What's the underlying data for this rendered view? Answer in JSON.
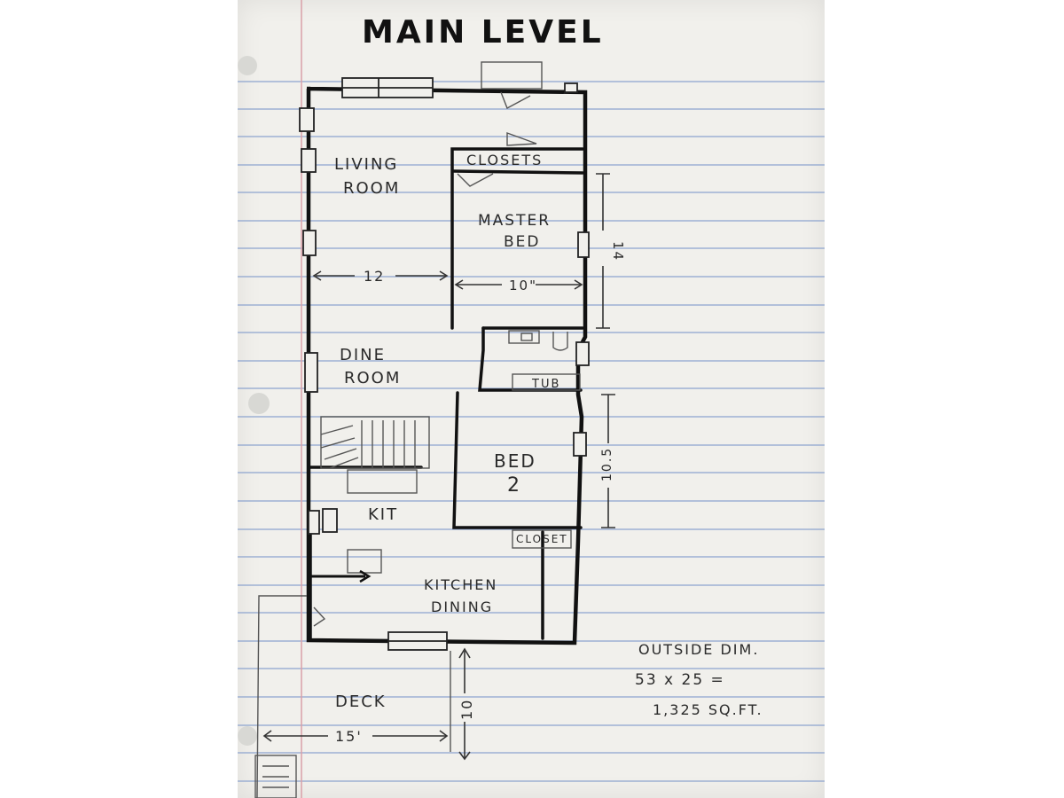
{
  "title": "MAIN LEVEL",
  "rooms": {
    "living_line1": "LIVING",
    "living_line2": "ROOM",
    "closets": "CLOSETS",
    "master_line1": "MASTER",
    "master_line2": "BED",
    "dine_line1": "DINE",
    "dine_line2": "ROOM",
    "tub": "TUB",
    "bed2_line1": "BED",
    "bed2_line2": "2",
    "kit": "KIT",
    "closet": "CLOSET",
    "kitchen_line1": "KITCHEN",
    "kitchen_line2": "DINING",
    "deck": "DECK"
  },
  "dimensions": {
    "living_width": "12",
    "master_width": "10\"",
    "master_length": "14",
    "bed2_length": "10.5",
    "deck_width": "15'",
    "deck_length": "10"
  },
  "notes": {
    "outside_label": "OUTSIDE DIM.",
    "outside_calc": "53 x 25 =",
    "outside_total": "1,325 SQ.FT."
  },
  "colors": {
    "paper": "#f1f0ec",
    "rule_line": "#8fa6cf",
    "margin_line": "#d9a0a8",
    "ink": "#111111",
    "pencil": "#777777"
  }
}
